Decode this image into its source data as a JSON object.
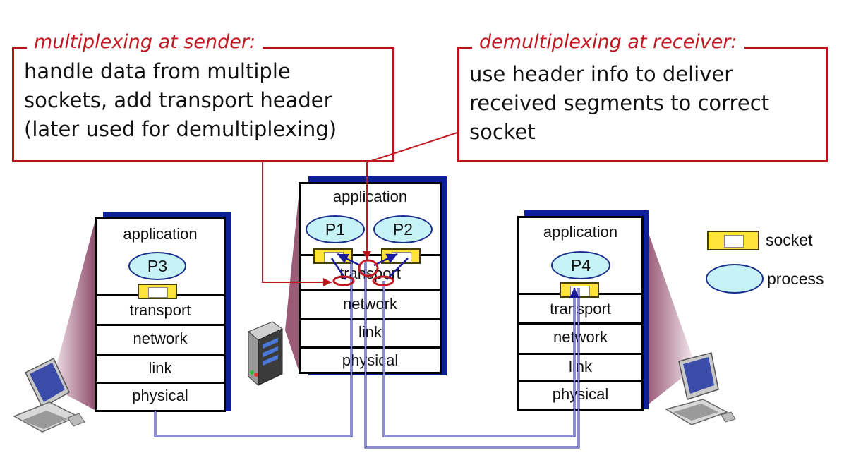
{
  "callouts": {
    "sender": {
      "title": "multiplexing at sender:",
      "body": "handle data from multiple\nsockets, add transport header\n(later used for demultiplexing)"
    },
    "receiver": {
      "title": "demultiplexing at receiver:",
      "body": "use header info to deliver\nreceived segments to correct\nsocket"
    }
  },
  "hosts": {
    "left": {
      "layers": [
        "application",
        "transport",
        "network",
        "link",
        "physical"
      ],
      "process": "P3"
    },
    "middle": {
      "layers": [
        "application",
        "transport",
        "network",
        "link",
        "physical"
      ],
      "processes": [
        "P1",
        "P2"
      ]
    },
    "right": {
      "layers": [
        "application",
        "transport",
        "network",
        "link",
        "physical"
      ],
      "process": "P4"
    }
  },
  "legend": {
    "socket": "socket",
    "process": "process"
  },
  "colors": {
    "callout_border": "#b5151b",
    "callout_title": "#c01820",
    "link_line": "#1a1a9c",
    "process_fill": "#c7f3f6",
    "socket_fill": "#ffe23a"
  }
}
